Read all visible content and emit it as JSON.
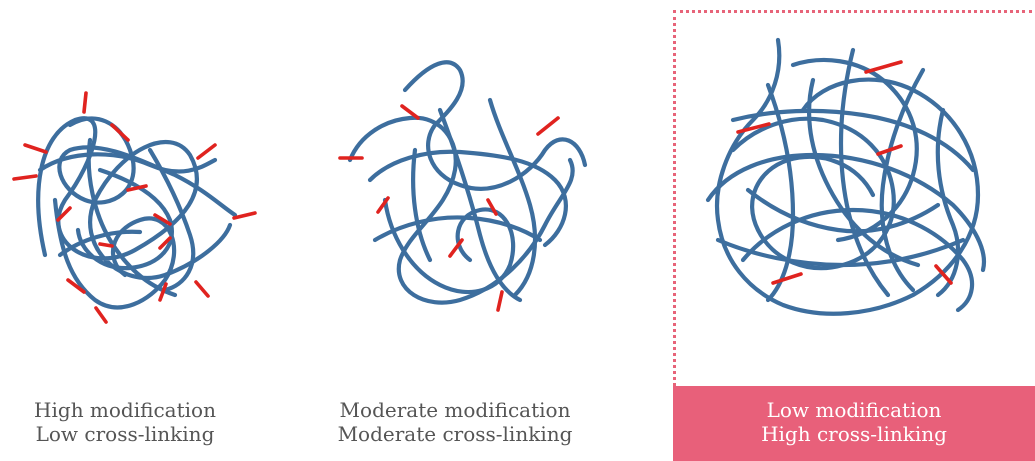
{
  "panels": [
    {
      "caption_line1": "High modification",
      "caption_line2": "Low cross-linking",
      "highlight": false
    },
    {
      "caption_line1": "Moderate modification",
      "caption_line2": "Moderate cross-linking",
      "highlight": false
    },
    {
      "caption_line1": "Low modification",
      "caption_line2": "High cross-linking",
      "highlight": true
    }
  ],
  "colors": {
    "strand": "#3d6e9e",
    "modification": "#e0231f",
    "highlight": "#e8607a",
    "caption_text": "#555555",
    "highlight_text": "#ffffff"
  }
}
